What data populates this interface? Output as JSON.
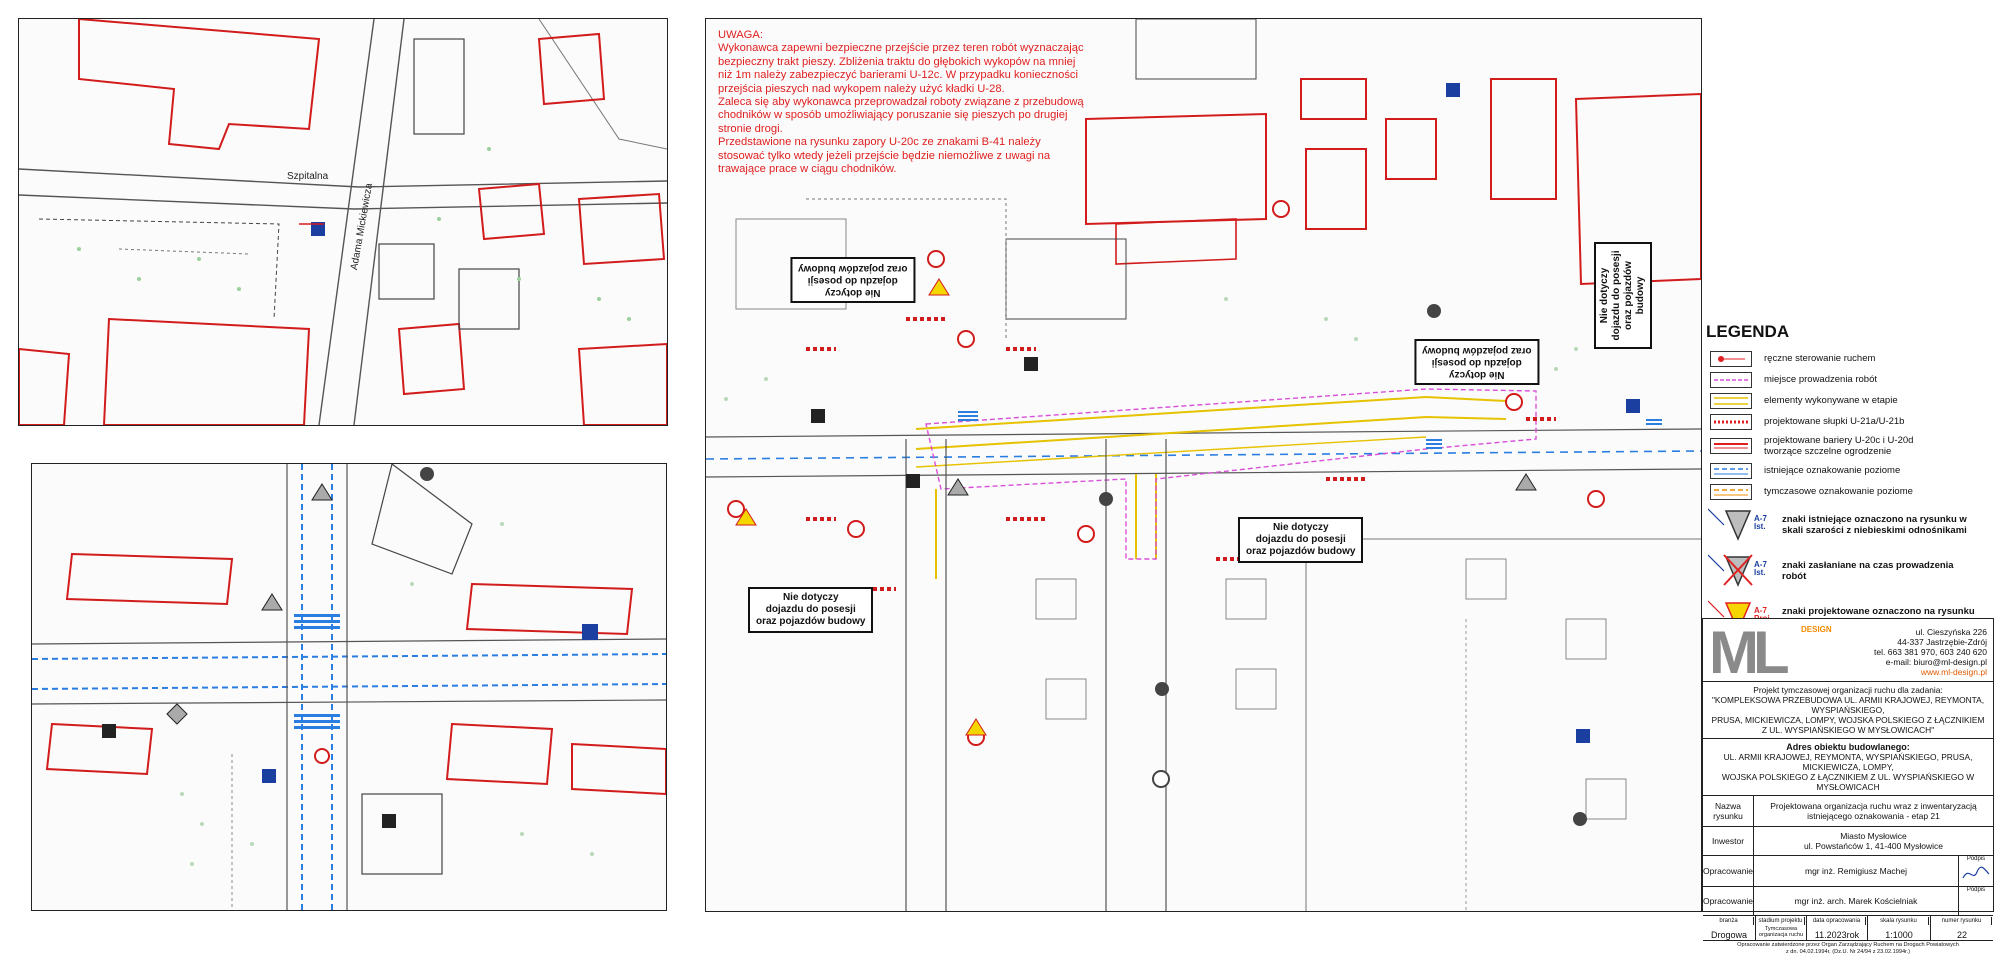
{
  "note": {
    "lines": [
      "UWAGA:",
      "Wykonawca zapewni bezpieczne przejście przez teren robót wyznaczając",
      "bezpieczny trakt pieszy. Zbliżenia traktu do głębokich wykopów na mniej",
      "niż 1m należy zabezpieczyć barierami U-12c. W przypadku konieczności",
      "przejścia pieszych nad wykopem należy użyć kładki U-28.",
      "Zaleca się aby wykonawca przeprowadzał roboty związane z przebudową",
      "chodników w sposób umożliwiający poruszanie się pieszych po drugiej",
      "stronie drogi.",
      "Przedstawione na rysunku zapory U-20c ze znakami B-41 należy",
      "stosować tylko wtedy jeżeli przejście będzie niemożliwe z uwagi na",
      "trawające prace w ciągu chodników."
    ]
  },
  "callouts": {
    "c1": [
      "Nie dotyczy",
      "dojazdu do posesji",
      "oraz pojazdów budowy"
    ],
    "c2": [
      "Nie dotyczy",
      "dojazdu do posesji",
      "oraz pojazdów budowy"
    ],
    "c3": [
      "Nie dotyczy",
      "dojazdu do posesji",
      "oraz pojazdów budowy"
    ],
    "c4": [
      "Nie dotyczy",
      "dojazdu do posesji",
      "oraz pojazdów budowy"
    ],
    "c5": [
      "Nie dotyczy",
      "dojazdu do posesji",
      "oraz pojazdów budowy"
    ]
  },
  "streets": {
    "szpitalna": "Szpitalna",
    "mickiewicza": "Adama Mickiewicza"
  },
  "legend": {
    "title": "LEGENDA",
    "items": [
      {
        "label": "ręczne sterowanie ruchem",
        "color": "#e02020"
      },
      {
        "label": "miejsce prowadzenia robót",
        "color": "#d94fd9"
      },
      {
        "label": "elementy wykonywane w etapie",
        "color": "#e6c200"
      },
      {
        "label": "projektowane słupki U-21a/U-21b",
        "color": "#e02020"
      },
      {
        "label": "projektowane bariery U-20c i U-20d tworzące szczelne ogrodzenie",
        "color": "#e02020"
      },
      {
        "label": "istniejące oznakowanie poziome",
        "color": "#2a7de1"
      },
      {
        "label": "tymczasowe oznakowanie poziome",
        "color": "#f28c00"
      }
    ],
    "signs": [
      {
        "label": "znaki istniejące oznaczono na rysunku w skali szarości z niebieskimi odnośnikami",
        "code": "A-7",
        "tag": "Ist."
      },
      {
        "label": "znaki zasłaniane na czas prowadzenia robót",
        "code": "A-7",
        "tag": "Ist."
      },
      {
        "label": "znaki projektowane oznaczono na rysunku w kolorze z czerwonymi odnośnikami",
        "code": "A-7",
        "tag": "Proj."
      }
    ]
  },
  "title_block": {
    "logo": "ML",
    "logo_design": "DESIGN",
    "company": [
      "ul. Cieszyńska 226",
      "44-337 Jastrzębie-Zdrój",
      "tel. 663 381 970, 603 240 620"
    ],
    "email": "e-mail: biuro@ml-design.pl",
    "www": "www.ml-design.pl",
    "project_intro": "Projekt tymczasowej organizacji ruchu dla zadania:",
    "project_lines": [
      "\"KOMPLEKSOWA PRZEBUDOWA UL. ARMII KRAJOWEJ, REYMONTA, WYSPIAŃSKIEGO,",
      "PRUSA, MICKIEWICZA, LOMPY, WOJSKA POLSKIEGO Z ŁĄCZNIKIEM",
      "Z UL. WYSPIAŃSKIEGO W MYSŁOWICACH\""
    ],
    "address_title": "Adres obiektu budowlanego:",
    "address_lines": [
      "UL. ARMII KRAJOWEJ, REYMONTA, WYSPIAŃSKIEGO, PRUSA, MICKIEWICZA, LOMPY,",
      "WOJSKA POLSKIEGO Z ŁĄCZNIKIEM Z UL. WYSPIAŃSKIEGO W MYSŁOWICACH"
    ],
    "nazwa_key": "Nazwa rysunku",
    "nazwa_val": [
      "Projektowana organizacja ruchu wraz z inwentaryzacją",
      "istniejącego oznakowania - etap 21"
    ],
    "inwestor_key": "Inwestor",
    "inwestor_val": [
      "Miasto Mysłowice",
      "ul. Powstańców 1, 41-400 Mysłowice"
    ],
    "opr_key": "Opracowanie",
    "opr1": "mgr inż. Remigiusz Machej",
    "opr2": "mgr inż. arch. Marek Kościelniak",
    "podpis": "Podpis",
    "grid_heads": [
      "branża",
      "stadium projektu",
      "data opracowania",
      "skala rysunku",
      "numer rysunku"
    ],
    "grid_vals": [
      "Drogowa",
      "Tymczasowa organizacja ruchu",
      "11.2023rok",
      "1:1000",
      "22"
    ],
    "foot": [
      "Opracowanie zatwierdzone przez Organ Zarządzający Ruchem na Drogach Powiatowych",
      "z dn. 04.02.1994r. (Dz.U. Nr 24/94 z 23.02.1994r.)"
    ]
  }
}
